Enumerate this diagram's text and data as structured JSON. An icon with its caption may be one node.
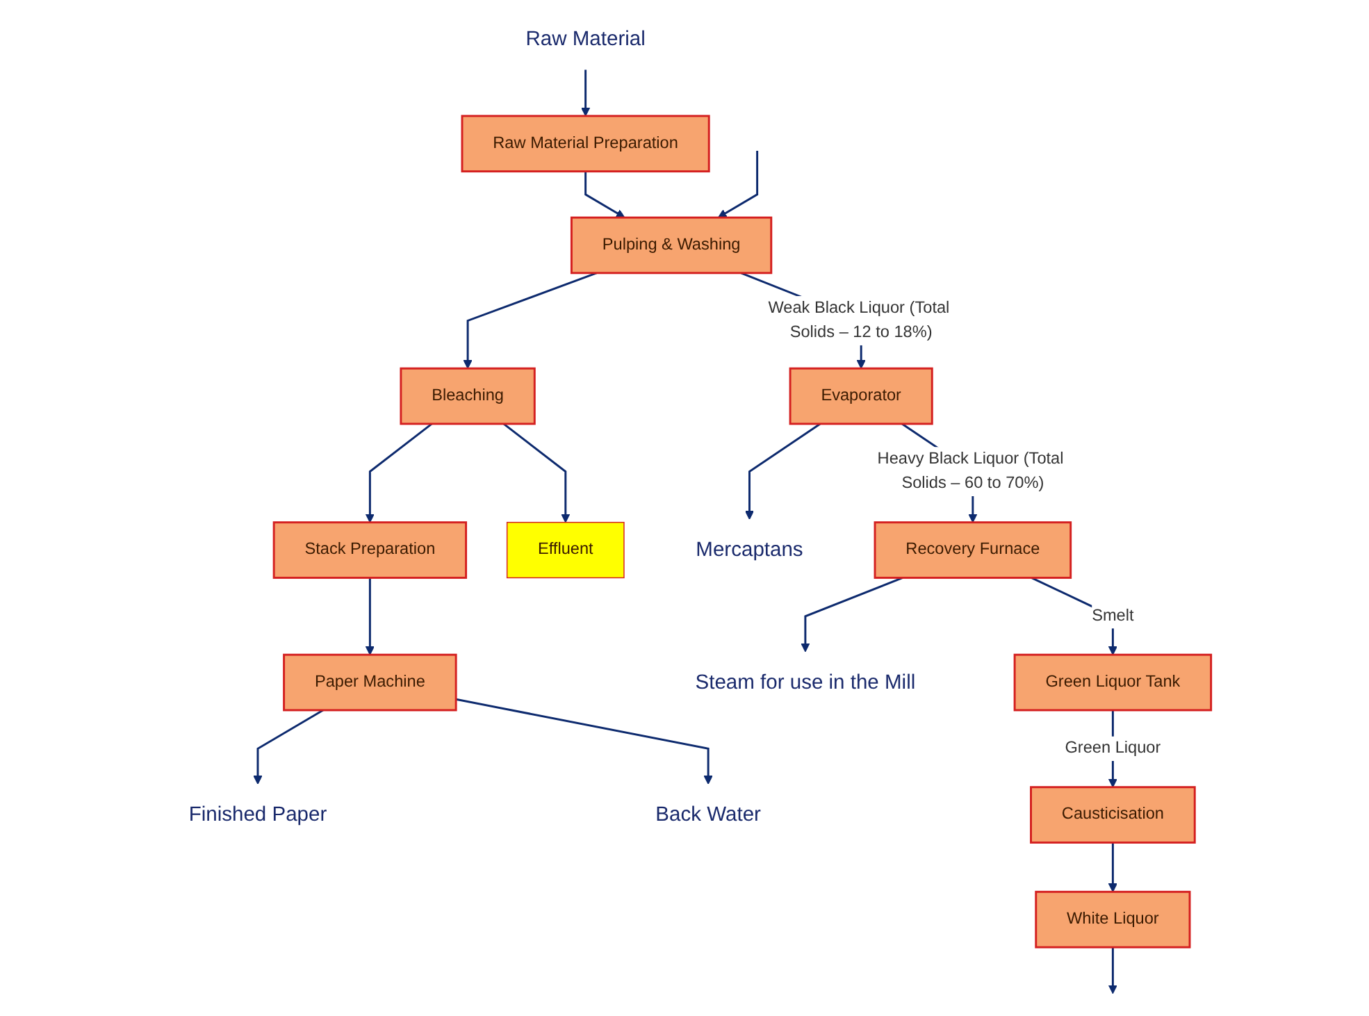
{
  "diagram": {
    "nodes": [
      {
        "text": [
          "Raw Material"
        ]
      },
      {
        "text": [
          "Raw Material Preparation"
        ]
      },
      {
        "text": [
          "Pulping & Washing"
        ]
      },
      {
        "text": [
          "Bleaching"
        ]
      },
      {
        "text": [
          "Stack Preparation"
        ]
      },
      {
        "text": [
          "Effluent"
        ]
      },
      {
        "text": [
          "Paper Machine"
        ]
      },
      {
        "text": [
          "Finished Paper"
        ]
      },
      {
        "text": [
          "Back Water"
        ]
      },
      {
        "text": [
          "Evaporator"
        ]
      },
      {
        "text": [
          "Mercaptans"
        ]
      },
      {
        "text": [
          "Recovery Furnace"
        ]
      },
      {
        "text": [
          "Steam for use in the Mill"
        ]
      },
      {
        "text": [
          "Green Liquor Tank"
        ]
      },
      {
        "text": [
          "Causticisation"
        ]
      },
      {
        "text": [
          "White Liquor"
        ]
      }
    ],
    "edges": [
      {
        "from": 0,
        "to": 1,
        "arrow": "to"
      },
      {
        "from": 1,
        "to": 2,
        "arrow": "to"
      },
      {
        "from": 2,
        "to": 3,
        "arrow": "to"
      },
      {
        "from": 3,
        "to": 4,
        "arrow": "to"
      },
      {
        "from": 3,
        "to": 5,
        "arrow": "to"
      },
      {
        "from": 4,
        "to": 6,
        "arrow": "to"
      },
      {
        "from": 6,
        "to": 7,
        "arrow": "to"
      },
      {
        "from": 6,
        "to": 8,
        "arrow": "to"
      },
      {
        "from": 2,
        "to": 9,
        "arrow": "to",
        "label": "Weak Black Liquor (Total Solids – 12 to 18%)"
      },
      {
        "from": 9,
        "to": 10,
        "arrow": "to"
      },
      {
        "from": 9,
        "to": 11,
        "arrow": "to",
        "label": "Heavy Black Liquor (Total Solids – 60 to 70%)"
      },
      {
        "from": 11,
        "to": 12,
        "arrow": "to"
      },
      {
        "from": 11,
        "to": 13,
        "arrow": "to",
        "label": "Smelt"
      },
      {
        "from": 13,
        "to": 14,
        "arrow": "to",
        "label": "Green Liquor"
      },
      {
        "from": 14,
        "to": 15,
        "arrow": "to"
      },
      {
        "from": 15,
        "to": null,
        "arrow": "to"
      },
      {
        "from": null,
        "to": 2,
        "arrow": "to"
      }
    ]
  }
}
